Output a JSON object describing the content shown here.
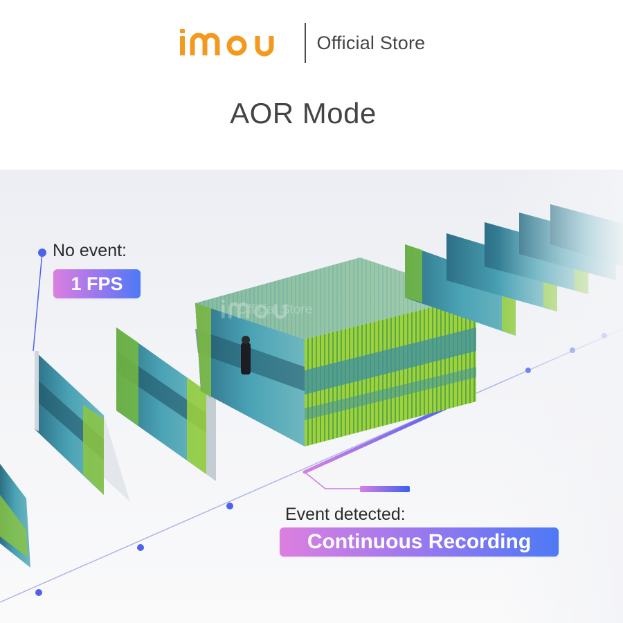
{
  "header": {
    "logo_text": "imou",
    "store_label": "Official Store"
  },
  "page_title": "AOR Mode",
  "callouts": {
    "no_event_label": "No event:",
    "no_event_value": "1 FPS",
    "event_label": "Event detected:",
    "event_value": "Continuous Recording"
  },
  "colors": {
    "brand_orange": "#f39a1e",
    "pill_gradient_start": "#dc7fe0",
    "pill_gradient_mid": "#9a78ef",
    "pill_gradient_end": "#4d79f6",
    "timeline_dot": "#4f63e8",
    "foliage": "#9fd23a",
    "building_glass": "#3f8fa3"
  }
}
